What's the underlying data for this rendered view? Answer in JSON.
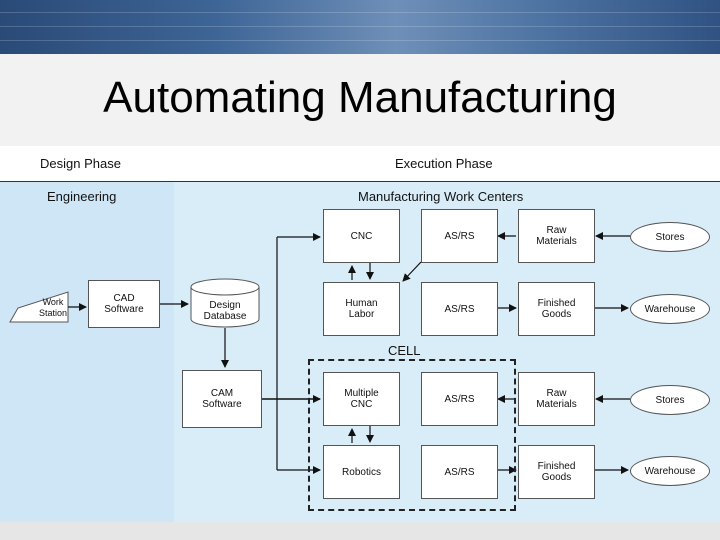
{
  "slide": {
    "title": "Automating Manufacturing"
  },
  "phases": {
    "design": "Design Phase",
    "execution": "Execution Phase"
  },
  "sections": {
    "engineering": "Engineering",
    "work_centers": "Manufacturing Work Centers"
  },
  "cell_label": "CELL",
  "nodes": {
    "work_station": "Work\nStation",
    "cad": "CAD\nSoftware",
    "design_db": "Design\nDatabase",
    "cam": "CAM\nSoftware",
    "cnc": "CNC",
    "asrs_1": "AS/RS",
    "raw_1": "Raw\nMaterials",
    "stores_1": "Stores",
    "human_labor": "Human\nLabor",
    "asrs_2": "AS/RS",
    "finished_1": "Finished\nGoods",
    "warehouse_1": "Warehouse",
    "multiple_cnc": "Multiple\nCNC",
    "asrs_3": "AS/RS",
    "raw_2": "Raw\nMaterials",
    "stores_2": "Stores",
    "robotics": "Robotics",
    "asrs_4": "AS/RS",
    "finished_2": "Finished\nGoods",
    "warehouse_2": "Warehouse"
  }
}
